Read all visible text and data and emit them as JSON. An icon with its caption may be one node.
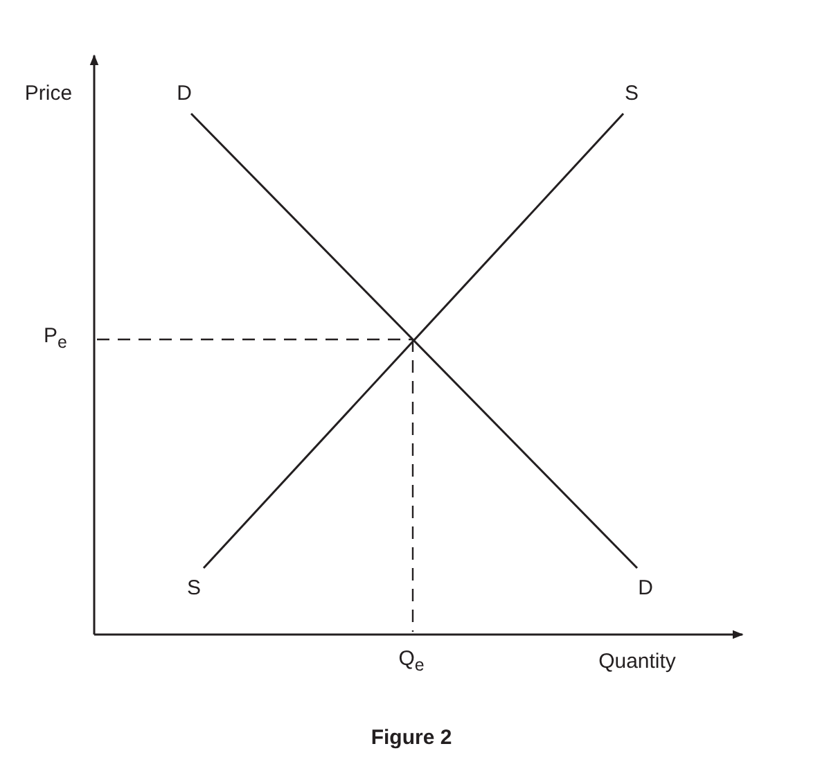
{
  "diagram": {
    "caption": "Figure 2",
    "nodes": [
      {
        "text": [
          "D"
        ]
      },
      {
        "text": [
          "S"
        ]
      },
      {
        "text": [
          "S"
        ]
      },
      {
        "text": [
          "D"
        ]
      }
    ],
    "edges": [
      {
        "from": 0,
        "to": 3,
        "arrow": "none"
      },
      {
        "from": 2,
        "to": 1,
        "arrow": "none"
      }
    ],
    "labels": [
      "Price",
      "P$_{e}$",
      "Q$_{e}$",
      "Quantity"
    ]
  }
}
